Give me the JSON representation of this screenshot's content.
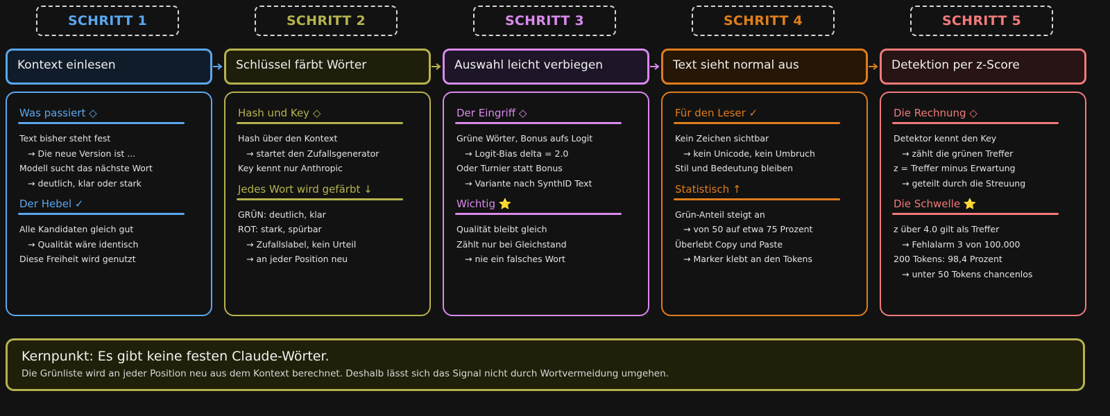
{
  "columns": [
    {
      "step": "SCHRITT 1",
      "header": "Kontext einlesen",
      "color": "#5aa7ee",
      "headerBg": "#101c2a",
      "sections": [
        {
          "title": "Was passiert ◇",
          "lines": [
            {
              "text": "Text bisher steht fest",
              "sub": false
            },
            {
              "text": "→ Die neue Version ist ...",
              "sub": true
            },
            {
              "text": "Modell sucht das nächste Wort",
              "sub": false
            },
            {
              "text": "→ deutlich, klar oder stark",
              "sub": true
            }
          ]
        },
        {
          "title": "Der Hebel ✓",
          "lines": [
            {
              "text": "Alle Kandidaten gleich gut",
              "sub": false
            },
            {
              "text": "→ Qualität wäre identisch",
              "sub": true
            },
            {
              "text": "Diese Freiheit wird genutzt",
              "sub": false
            }
          ]
        }
      ]
    },
    {
      "step": "SCHRITT 2",
      "header": "Schlüssel färbt Wörter",
      "color": "#b6b34e",
      "headerBg": "#1f1e0a",
      "sections": [
        {
          "title": "Hash und Key ◇",
          "lines": [
            {
              "text": "Hash über den Kontext",
              "sub": false
            },
            {
              "text": "→ startet den Zufallsgenerator",
              "sub": true
            },
            {
              "text": "Key kennt nur Anthropic",
              "sub": false
            }
          ]
        },
        {
          "title": "Jedes Wort wird gefärbt ↓",
          "lines": [
            {
              "text": "GRÜN: deutlich, klar",
              "sub": false
            },
            {
              "text": "ROT: stark, spürbar",
              "sub": false
            },
            {
              "text": "→ Zufallslabel, kein Urteil",
              "sub": true
            },
            {
              "text": "→ an jeder Position neu",
              "sub": true
            }
          ]
        }
      ]
    },
    {
      "step": "SCHRITT 3",
      "header": "Auswahl leicht verbiegen",
      "color": "#d98aec",
      "headerBg": "#1e1628",
      "sections": [
        {
          "title": "Der Eingriff ◇",
          "lines": [
            {
              "text": "Grüne Wörter, Bonus aufs Logit",
              "sub": false
            },
            {
              "text": "→ Logit-Bias delta = 2.0",
              "sub": true
            },
            {
              "text": "Oder Turnier statt Bonus",
              "sub": false
            },
            {
              "text": "→ Variante nach SynthID Text",
              "sub": true
            }
          ]
        },
        {
          "title": "Wichtig ⭐",
          "lines": [
            {
              "text": "Qualität bleibt gleich",
              "sub": false
            },
            {
              "text": "Zählt nur bei Gleichstand",
              "sub": false
            },
            {
              "text": "→ nie ein falsches Wort",
              "sub": true
            }
          ]
        }
      ]
    },
    {
      "step": "SCHRITT 4",
      "header": "Text sieht normal aus",
      "color": "#df7d1c",
      "headerBg": "#251605",
      "sections": [
        {
          "title": "Für den Leser ✓",
          "lines": [
            {
              "text": "Kein Zeichen sichtbar",
              "sub": false
            },
            {
              "text": "→ kein Unicode, kein Umbruch",
              "sub": true
            },
            {
              "text": "Stil und Bedeutung bleiben",
              "sub": false
            }
          ]
        },
        {
          "title": "Statistisch ↑",
          "lines": [
            {
              "text": "Grün-Anteil steigt an",
              "sub": false
            },
            {
              "text": "→ von 50 auf etwa 75 Prozent",
              "sub": true
            },
            {
              "text": "Überlebt Copy und Paste",
              "sub": false
            },
            {
              "text": "→ Marker klebt an den Tokens",
              "sub": true
            }
          ]
        }
      ]
    },
    {
      "step": "SCHRITT 5",
      "header": "Detektion per z-Score",
      "color": "#f27a7a",
      "headerBg": "#281414",
      "sections": [
        {
          "title": "Die Rechnung ◇",
          "lines": [
            {
              "text": "Detektor kennt den Key",
              "sub": false
            },
            {
              "text": "→ zählt die grünen Treffer",
              "sub": true
            },
            {
              "text": "z = Treffer minus Erwartung",
              "sub": false
            },
            {
              "text": "→ geteilt durch die Streuung",
              "sub": true
            }
          ]
        },
        {
          "title": "Die Schwelle ⭐",
          "lines": [
            {
              "text": "z über 4.0 gilt als Treffer",
              "sub": false
            },
            {
              "text": "→ Fehlalarm 3 von 100.000",
              "sub": true
            },
            {
              "text": "200 Tokens: 98,4 Prozent",
              "sub": false
            },
            {
              "text": "→ unter 50 Tokens chancenlos",
              "sub": true
            }
          ]
        }
      ]
    }
  ],
  "footer": {
    "title": "Kernpunkt: Es gibt keine festen Claude-Wörter.",
    "text": "Die Grünliste wird an jeder Position neu aus dem Kontext berechnet. Deshalb lässt sich das Signal nicht durch Wortvermeidung umgehen."
  }
}
